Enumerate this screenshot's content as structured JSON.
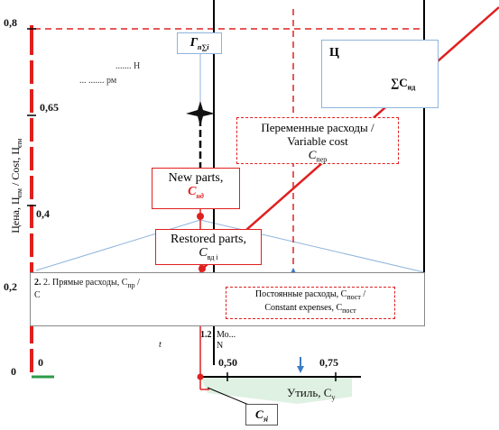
{
  "axes": {
    "y_ticks": [
      "0,8",
      "0,65",
      "0,4",
      "0,2",
      "0"
    ],
    "x_ticks": [
      "0,50",
      "0,75"
    ],
    "y_title": "Цена, Ц",
    "y_title_sub1": "пм",
    "y_title_mid": " / Cost, Ц",
    "y_title_sub2": "пм"
  },
  "labels": {
    "gamma": "Г",
    "gamma_sub": "п∑i",
    "top_right_1": "Ц",
    "top_right_sum": "∑C",
    "top_right_sum_sub": "нд",
    "variable_cost_ru": "Переменные расходы /",
    "variable_cost_en": "Variable cost",
    "variable_cost_sym": "C",
    "variable_cost_sub": "пер",
    "new_parts": "New parts,",
    "new_parts_sym": "C",
    "new_parts_sub": "нд",
    "restored_parts": "Restored parts,",
    "restored_sym": "C",
    "restored_sub": "вд i",
    "fixed_cost_ru": "Постоянные расходы, C",
    "fixed_cost_ru_sub": "пост",
    "fixed_cost_tail": " /",
    "fixed_cost_en": "Constant expenses, C",
    "fixed_cost_en_sub": "пост",
    "left_lower_1": "2. Прямые расходы, C",
    "left_lower_1_sub": "пр",
    "left_lower_1_tail": " /",
    "left_lower_2": "C",
    "left_lower_3": "t",
    "mid_lower": "1.2",
    "mid_lower_b": "N",
    "mid_lower_c": "Мо...",
    "scrap": "Утиль, C",
    "scrap_sub": "у",
    "csi": "C",
    "csi_sub": "зi",
    "top_small": "....... H",
    "top_small2": "... ....... рм"
  },
  "colors": {
    "red": "#e02020",
    "blue": "#3b7cc4",
    "light_blue": "#8fb4dc",
    "green": "#2e9a4a",
    "black": "#000000"
  }
}
